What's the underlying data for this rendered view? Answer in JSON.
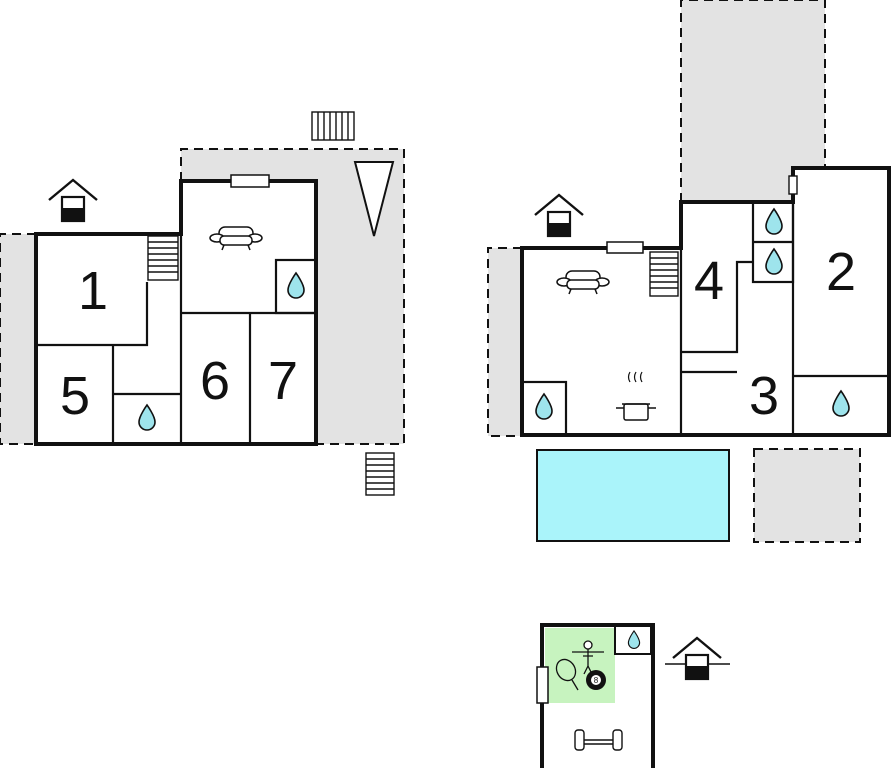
{
  "floor_plan": {
    "rooms": [
      {
        "id": "room-1",
        "label": "1"
      },
      {
        "id": "room-5",
        "label": "5"
      },
      {
        "id": "room-6",
        "label": "6"
      },
      {
        "id": "room-7",
        "label": "7"
      },
      {
        "id": "room-4",
        "label": "4"
      },
      {
        "id": "room-2",
        "label": "2"
      },
      {
        "id": "room-3",
        "label": "3"
      }
    ],
    "icons": [
      "house-entrance-icon",
      "stairs-icon",
      "sofa-icon",
      "window-icon",
      "water-drop-icon",
      "cooking-pot-icon",
      "triangle-icon",
      "table-tennis-icon",
      "billiard-ball-icon",
      "dumbbell-icon",
      "pool-icon"
    ],
    "billiard_ball_number": "8"
  },
  "colors": {
    "wall": "#111111",
    "terrace": "#e3e3e3",
    "pool": "#aaf4fa",
    "games_room": "#c7f3bf",
    "water_drop": "#9ee4ec"
  }
}
